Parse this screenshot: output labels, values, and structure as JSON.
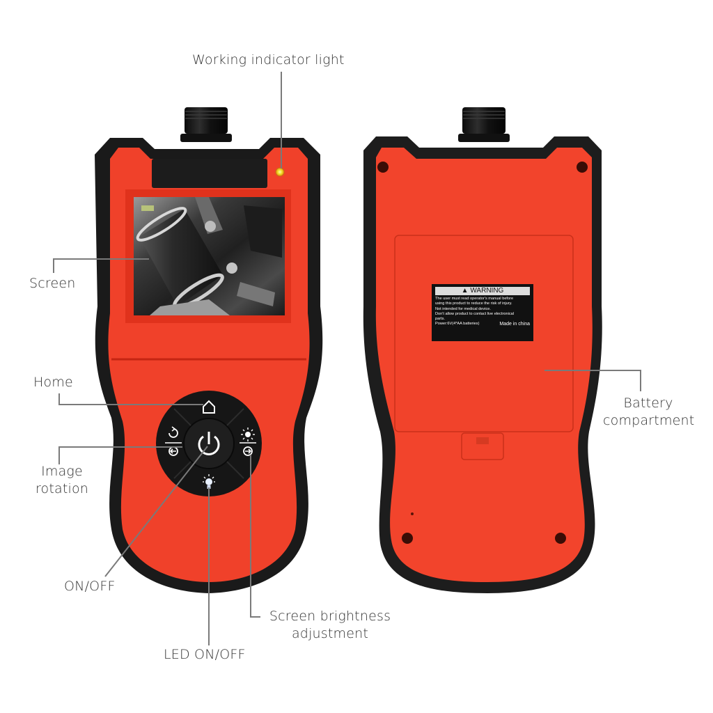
{
  "image": {
    "subject": "Handheld inspection camera (endoscope) front and back views with callout labels",
    "colors": {
      "background": "#ffffff",
      "body_red": "#f0412a",
      "body_black": "#1a1a1a",
      "button_pad": "#161616",
      "indicator_led": "#f5e93a",
      "leader_line": "#7a7a7a",
      "label_text": "#333333"
    }
  },
  "callouts": {
    "working_indicator_light": "Working indicator light",
    "screen": "Screen",
    "home": "Home",
    "image_rotation_line1": "Image",
    "image_rotation_line2": "rotation",
    "on_off": "ON/OFF",
    "led_on_off": "LED ON/OFF",
    "screen_brightness_line1": "Screen brightness",
    "screen_brightness_line2": "adjustment",
    "battery_compartment_line1": "Battery",
    "battery_compartment_line2": "compartment"
  },
  "front_device": {
    "buttons": [
      {
        "name": "home",
        "icon": "house-icon"
      },
      {
        "name": "image-rotation",
        "icon": "rotate-left-arrow-icon"
      },
      {
        "name": "power",
        "icon": "power-icon"
      },
      {
        "name": "screen-brightness",
        "icon": "brightness-right-arrow-icon"
      },
      {
        "name": "led",
        "icon": "lightbulb-icon"
      }
    ],
    "screen_content": "Grayscale camera image of engine hoses and clamps"
  },
  "back_device": {
    "warning_label": {
      "title": "WARNING",
      "lines": [
        "The user must read operator's manual before",
        "using this product to reduce the risk of injury.",
        "Not intended for medical device.",
        "Don't allow product to contact live electronical",
        "parts."
      ],
      "power": "Power:6V(4*AA batteries)",
      "origin": "Made in china"
    }
  }
}
